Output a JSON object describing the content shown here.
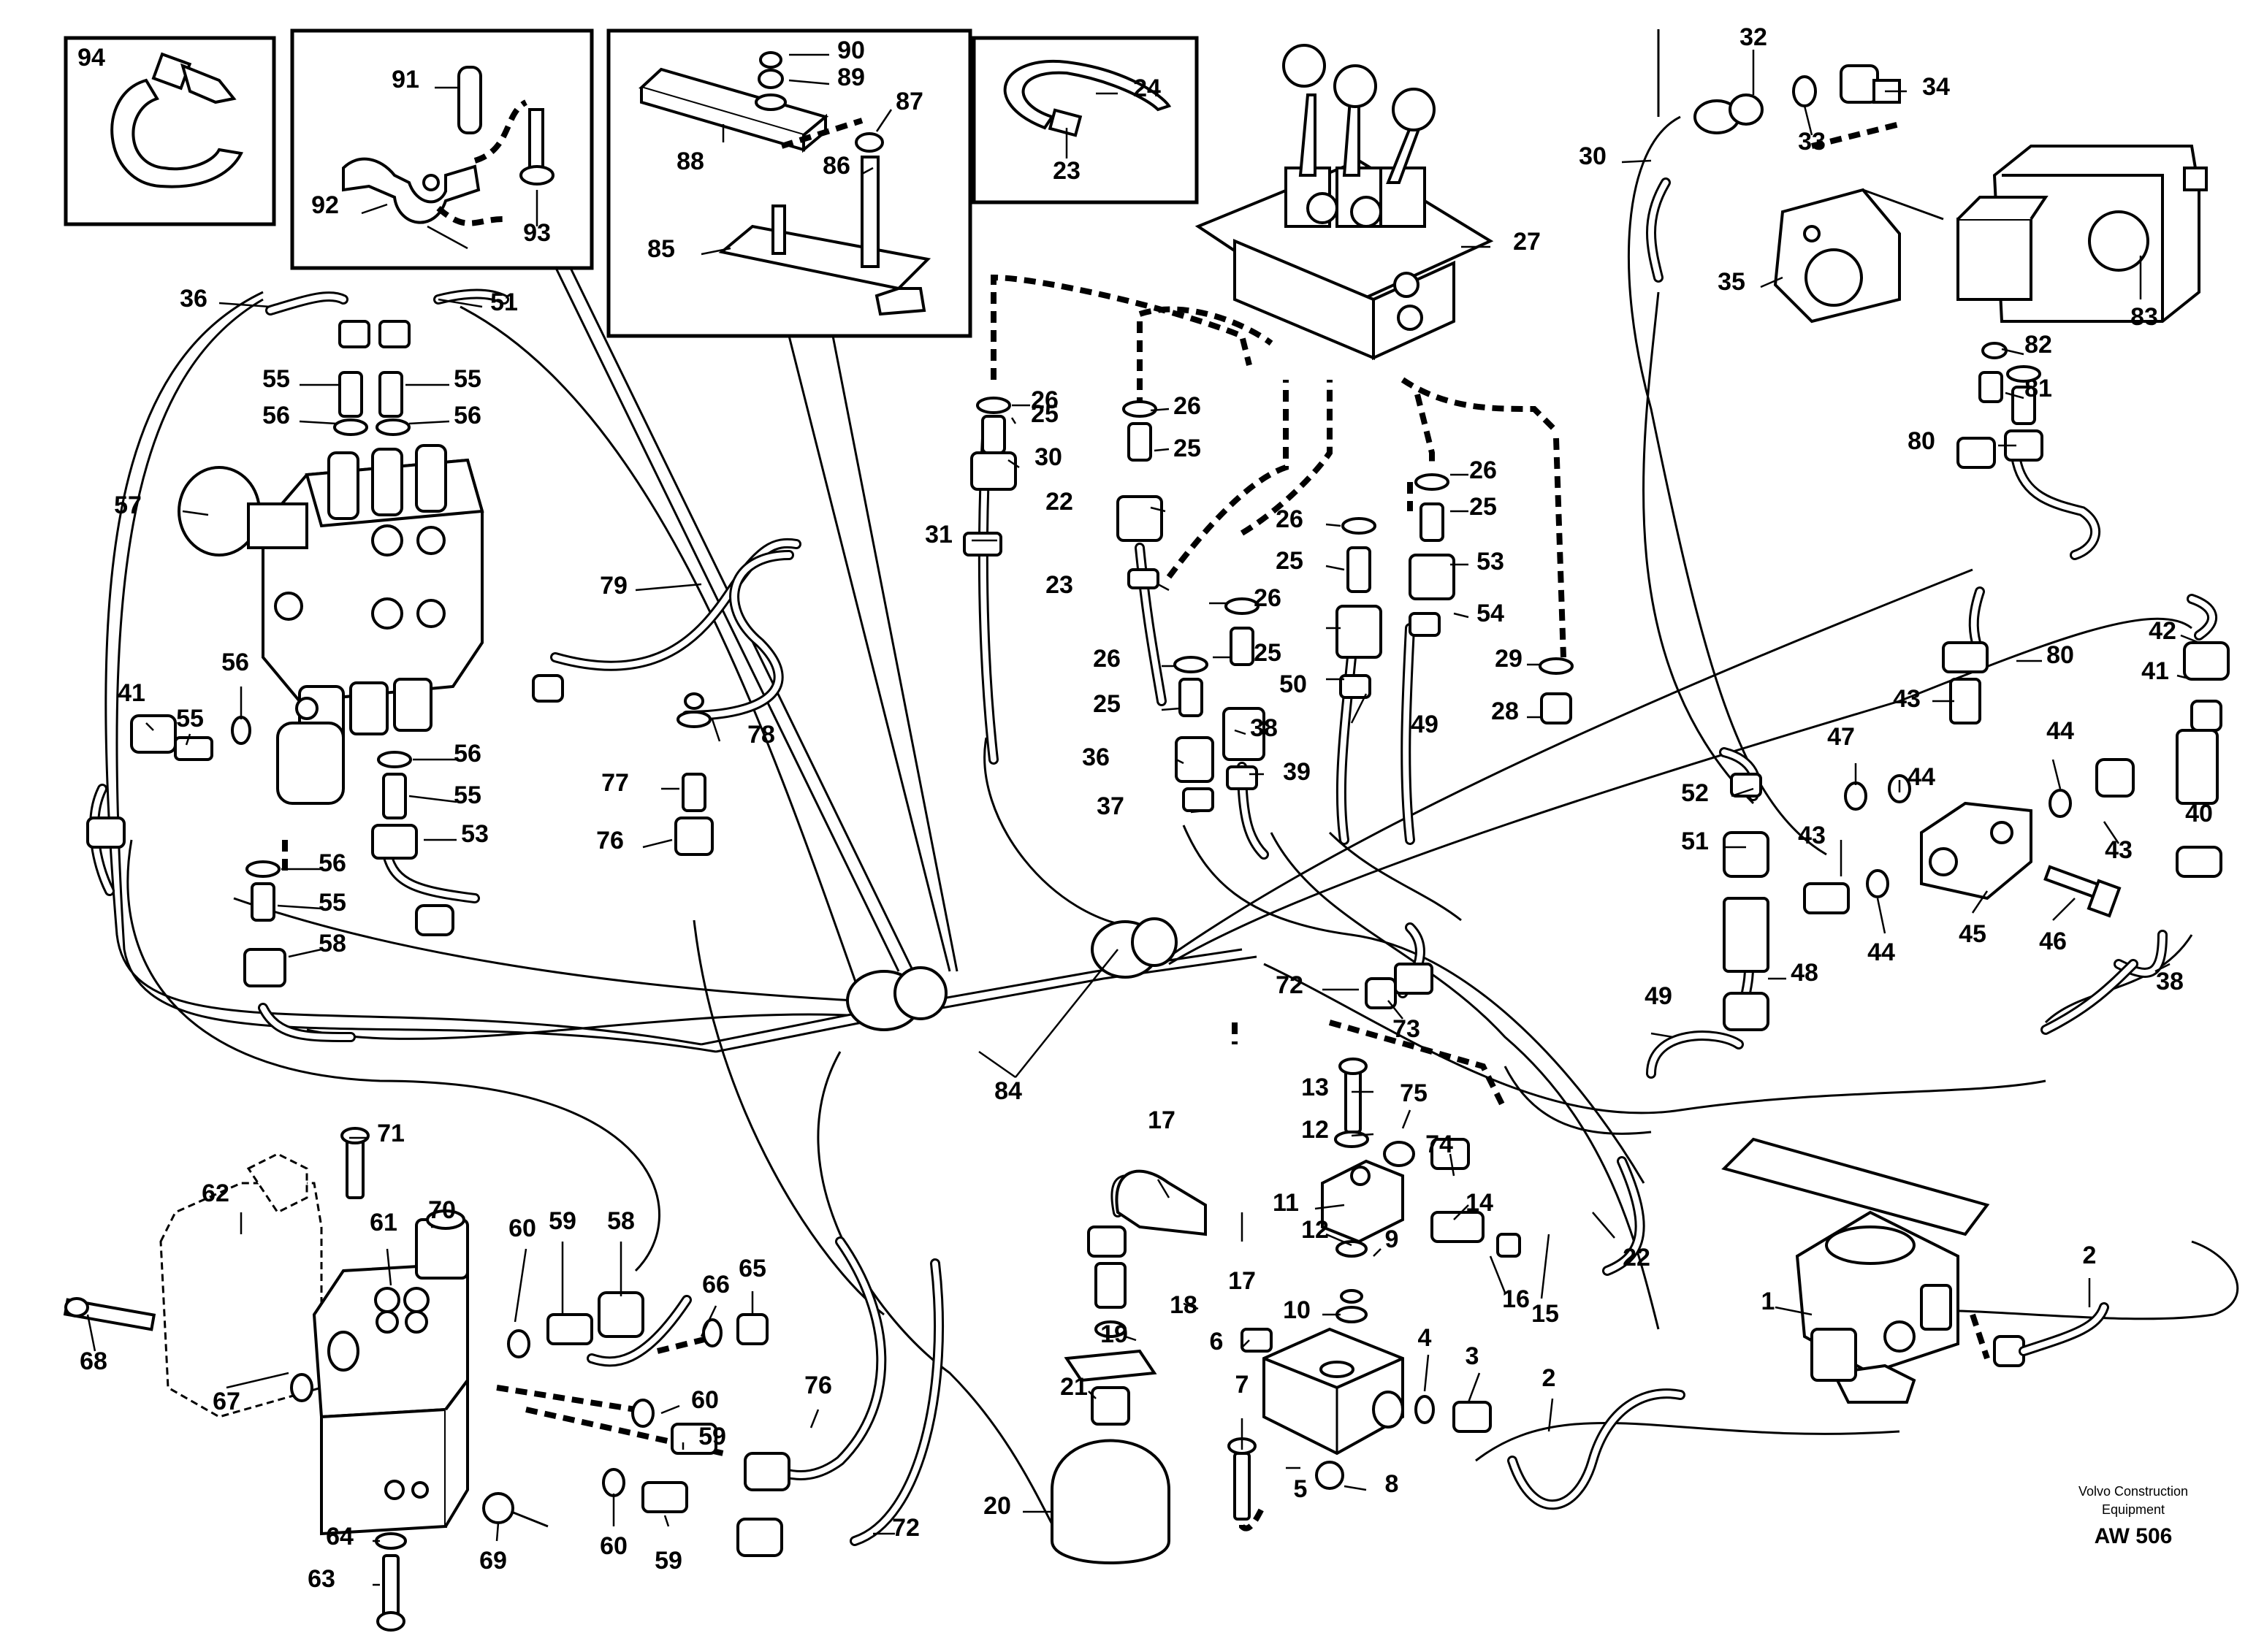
{
  "credit": {
    "company_line1": "Volvo Construction",
    "company_line2": "Equipment",
    "code": "AW 506"
  },
  "callouts": [
    {
      "id": "c94",
      "label": "94"
    },
    {
      "id": "c91",
      "label": "91"
    },
    {
      "id": "c92",
      "label": "92"
    },
    {
      "id": "c93",
      "label": "93"
    },
    {
      "id": "c90",
      "label": "90"
    },
    {
      "id": "c89",
      "label": "89"
    },
    {
      "id": "c87",
      "label": "87"
    },
    {
      "id": "c88",
      "label": "88"
    },
    {
      "id": "c86",
      "label": "86"
    },
    {
      "id": "c85",
      "label": "85"
    },
    {
      "id": "c24",
      "label": "24"
    },
    {
      "id": "c23a",
      "label": "23"
    },
    {
      "id": "c32",
      "label": "32"
    },
    {
      "id": "c34",
      "label": "34"
    },
    {
      "id": "c33",
      "label": "33"
    },
    {
      "id": "c30a",
      "label": "30"
    },
    {
      "id": "c35",
      "label": "35"
    },
    {
      "id": "c83",
      "label": "83"
    },
    {
      "id": "c27",
      "label": "27"
    },
    {
      "id": "c36a",
      "label": "36"
    },
    {
      "id": "c51a",
      "label": "51"
    },
    {
      "id": "c55a",
      "label": "55"
    },
    {
      "id": "c55b",
      "label": "55"
    },
    {
      "id": "c56a",
      "label": "56"
    },
    {
      "id": "c56b",
      "label": "56"
    },
    {
      "id": "c57",
      "label": "57"
    },
    {
      "id": "c79",
      "label": "79"
    },
    {
      "id": "c41a",
      "label": "41"
    },
    {
      "id": "c55c",
      "label": "55"
    },
    {
      "id": "c56c",
      "label": "56"
    },
    {
      "id": "c56d",
      "label": "56"
    },
    {
      "id": "c55d",
      "label": "55"
    },
    {
      "id": "c53a",
      "label": "53"
    },
    {
      "id": "c56e",
      "label": "56"
    },
    {
      "id": "c55e",
      "label": "55"
    },
    {
      "id": "c58a",
      "label": "58"
    },
    {
      "id": "c78",
      "label": "78"
    },
    {
      "id": "c77",
      "label": "77"
    },
    {
      "id": "c76a",
      "label": "76"
    },
    {
      "id": "c26a",
      "label": "26"
    },
    {
      "id": "c25a",
      "label": "25"
    },
    {
      "id": "c30b",
      "label": "30"
    },
    {
      "id": "c31",
      "label": "31"
    },
    {
      "id": "c26b",
      "label": "26"
    },
    {
      "id": "c25b",
      "label": "25"
    },
    {
      "id": "c22a",
      "label": "22"
    },
    {
      "id": "c23b",
      "label": "23"
    },
    {
      "id": "c26c",
      "label": "26"
    },
    {
      "id": "c25c",
      "label": "25"
    },
    {
      "id": "c36b",
      "label": "36"
    },
    {
      "id": "c37",
      "label": "37"
    },
    {
      "id": "c26d",
      "label": "26"
    },
    {
      "id": "c25d",
      "label": "25"
    },
    {
      "id": "c38a",
      "label": "38"
    },
    {
      "id": "c39",
      "label": "39"
    },
    {
      "id": "c26e",
      "label": "26"
    },
    {
      "id": "c25e",
      "label": "25"
    },
    {
      "id": "c50",
      "label": "50"
    },
    {
      "id": "c49a",
      "label": "49"
    },
    {
      "id": "c26f",
      "label": "26"
    },
    {
      "id": "c25f",
      "label": "25"
    },
    {
      "id": "c53b",
      "label": "53"
    },
    {
      "id": "c54",
      "label": "54"
    },
    {
      "id": "c29",
      "label": "29"
    },
    {
      "id": "c28",
      "label": "28"
    },
    {
      "id": "c82",
      "label": "82"
    },
    {
      "id": "c81",
      "label": "81"
    },
    {
      "id": "c80a",
      "label": "80"
    },
    {
      "id": "c80b",
      "label": "80"
    },
    {
      "id": "c42",
      "label": "42"
    },
    {
      "id": "c41b",
      "label": "41"
    },
    {
      "id": "c43a",
      "label": "43"
    },
    {
      "id": "c47",
      "label": "47"
    },
    {
      "id": "c44a",
      "label": "44"
    },
    {
      "id": "c44b",
      "label": "44"
    },
    {
      "id": "c52",
      "label": "52"
    },
    {
      "id": "c51b",
      "label": "51"
    },
    {
      "id": "c43b",
      "label": "43"
    },
    {
      "id": "c40",
      "label": "40"
    },
    {
      "id": "c43c",
      "label": "43"
    },
    {
      "id": "c45",
      "label": "45"
    },
    {
      "id": "c46",
      "label": "46"
    },
    {
      "id": "c44c",
      "label": "44"
    },
    {
      "id": "c48",
      "label": "48"
    },
    {
      "id": "c38b",
      "label": "38"
    },
    {
      "id": "c49b",
      "label": "49"
    },
    {
      "id": "c72a",
      "label": "72"
    },
    {
      "id": "c73",
      "label": "73"
    },
    {
      "id": "c84",
      "label": "84"
    },
    {
      "id": "c13",
      "label": "13"
    },
    {
      "id": "c12a",
      "label": "12"
    },
    {
      "id": "c75",
      "label": "75"
    },
    {
      "id": "c74",
      "label": "74"
    },
    {
      "id": "c11",
      "label": "11"
    },
    {
      "id": "c14",
      "label": "14"
    },
    {
      "id": "c12b",
      "label": "12"
    },
    {
      "id": "c9",
      "label": "9"
    },
    {
      "id": "c17a",
      "label": "17"
    },
    {
      "id": "c17b",
      "label": "17"
    },
    {
      "id": "c18",
      "label": "18"
    },
    {
      "id": "c16",
      "label": "16"
    },
    {
      "id": "c15",
      "label": "15"
    },
    {
      "id": "c22b",
      "label": "22"
    },
    {
      "id": "c10",
      "label": "10"
    },
    {
      "id": "c19",
      "label": "19"
    },
    {
      "id": "c6",
      "label": "6"
    },
    {
      "id": "c4",
      "label": "4"
    },
    {
      "id": "c3",
      "label": "3"
    },
    {
      "id": "c2a",
      "label": "2"
    },
    {
      "id": "c21",
      "label": "21"
    },
    {
      "id": "c7",
      "label": "7"
    },
    {
      "id": "c20",
      "label": "20"
    },
    {
      "id": "c5",
      "label": "5"
    },
    {
      "id": "c8",
      "label": "8"
    },
    {
      "id": "c1",
      "label": "1"
    },
    {
      "id": "c2b",
      "label": "2"
    },
    {
      "id": "c62",
      "label": "62"
    },
    {
      "id": "c71",
      "label": "71"
    },
    {
      "id": "c70",
      "label": "70"
    },
    {
      "id": "c61",
      "label": "61"
    },
    {
      "id": "c60a",
      "label": "60"
    },
    {
      "id": "c59a",
      "label": "59"
    },
    {
      "id": "c58b",
      "label": "58"
    },
    {
      "id": "c65",
      "label": "65"
    },
    {
      "id": "c66",
      "label": "66"
    },
    {
      "id": "c68",
      "label": "68"
    },
    {
      "id": "c67",
      "label": "67"
    },
    {
      "id": "c76b",
      "label": "76"
    },
    {
      "id": "c60b",
      "label": "60"
    },
    {
      "id": "c59b",
      "label": "59"
    },
    {
      "id": "c64",
      "label": "64"
    },
    {
      "id": "c63",
      "label": "63"
    },
    {
      "id": "c69",
      "label": "69"
    },
    {
      "id": "c60c",
      "label": "60"
    },
    {
      "id": "c59c",
      "label": "59"
    },
    {
      "id": "c72b",
      "label": "72"
    }
  ]
}
